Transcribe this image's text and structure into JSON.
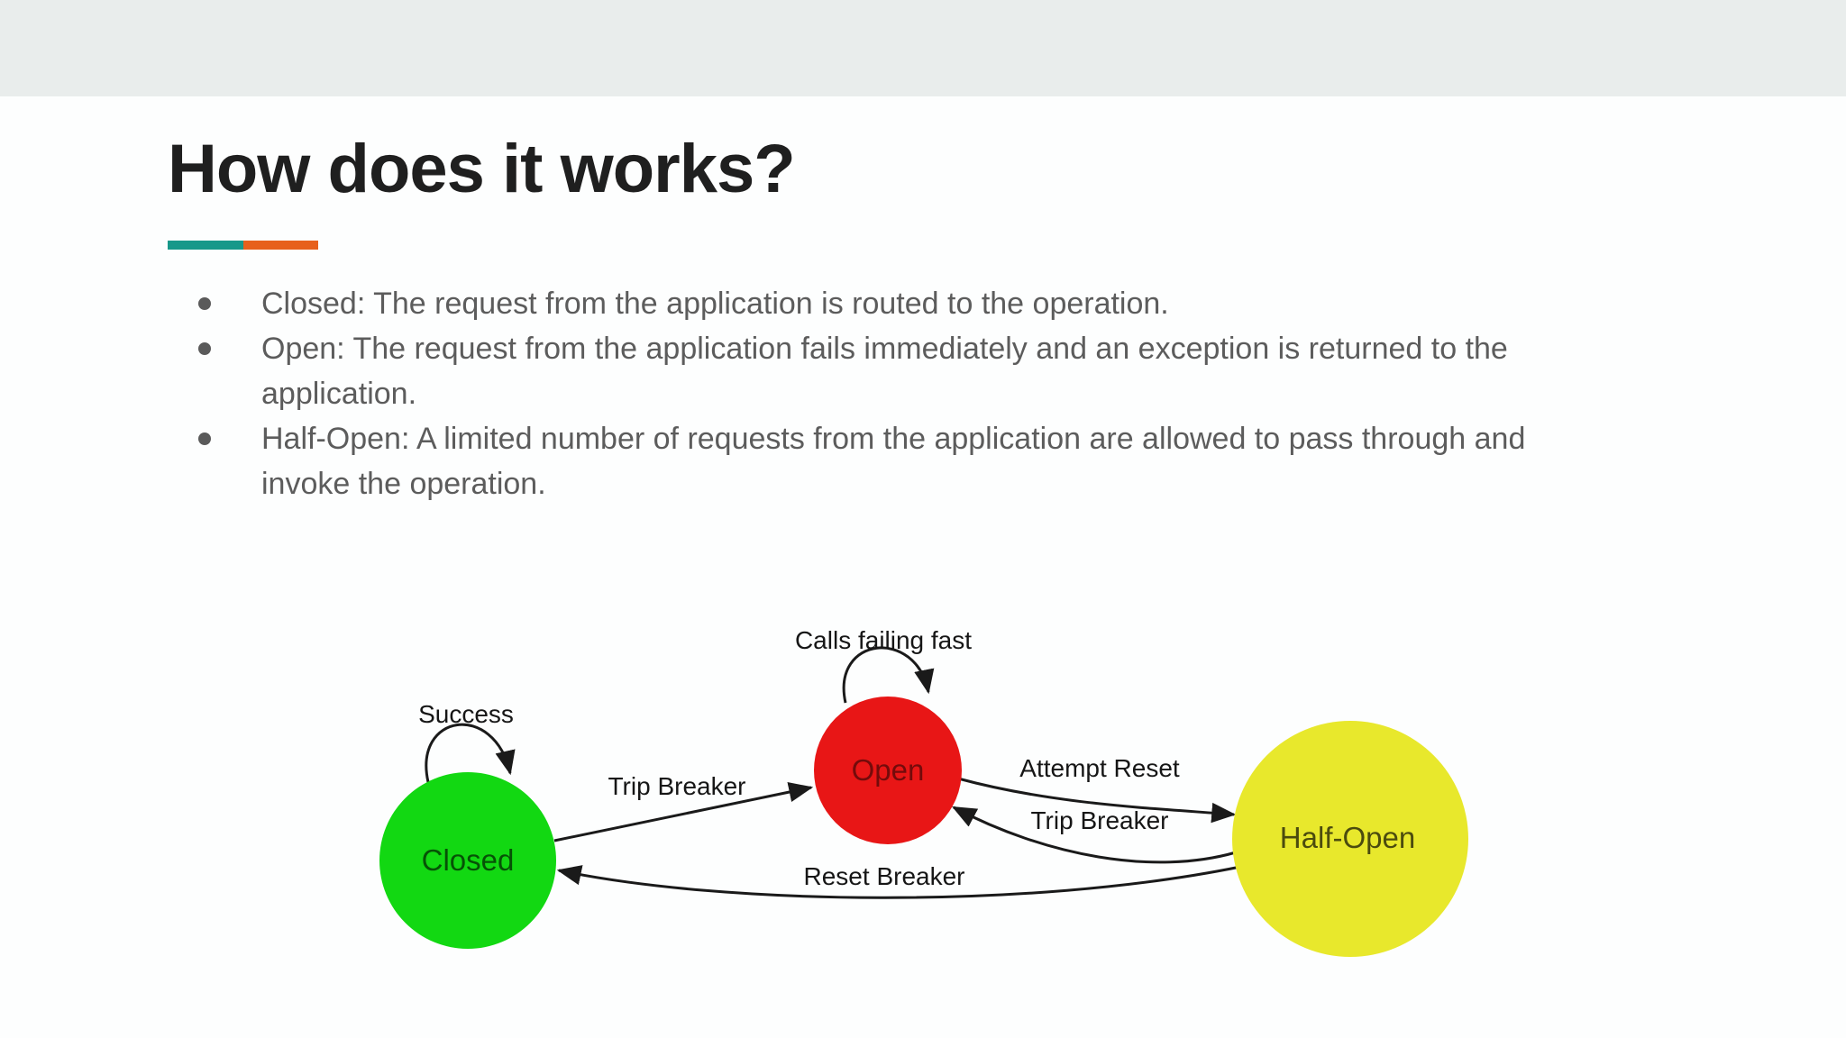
{
  "slide": {
    "title": "How does it works?",
    "accent_bar_colors": {
      "teal": "#17988a",
      "orange": "#e7601c"
    },
    "band_color": "#e9edec",
    "bullets": [
      "Closed: The request from the application is routed to the operation.",
      "Open: The request from the application fails immediately and an exception is returned to the application.",
      "Half-Open: A limited number of requests from the application are allowed to pass through and invoke the operation."
    ]
  },
  "diagram": {
    "type": "state-diagram",
    "arrow_color": "#1a1a1a",
    "states": [
      {
        "id": "closed",
        "label": "Closed",
        "color": "#12d812"
      },
      {
        "id": "open",
        "label": "Open",
        "color": "#e81616"
      },
      {
        "id": "half_open",
        "label": "Half-Open",
        "color": "#e8e82c"
      }
    ],
    "transitions": [
      {
        "from": "closed",
        "to": "closed",
        "label": "Success"
      },
      {
        "from": "open",
        "to": "open",
        "label": "Calls failing fast"
      },
      {
        "from": "closed",
        "to": "open",
        "label": "Trip Breaker"
      },
      {
        "from": "open",
        "to": "half_open",
        "label": "Attempt Reset"
      },
      {
        "from": "half_open",
        "to": "open",
        "label": "Trip Breaker"
      },
      {
        "from": "half_open",
        "to": "closed",
        "label": "Reset Breaker"
      }
    ]
  }
}
